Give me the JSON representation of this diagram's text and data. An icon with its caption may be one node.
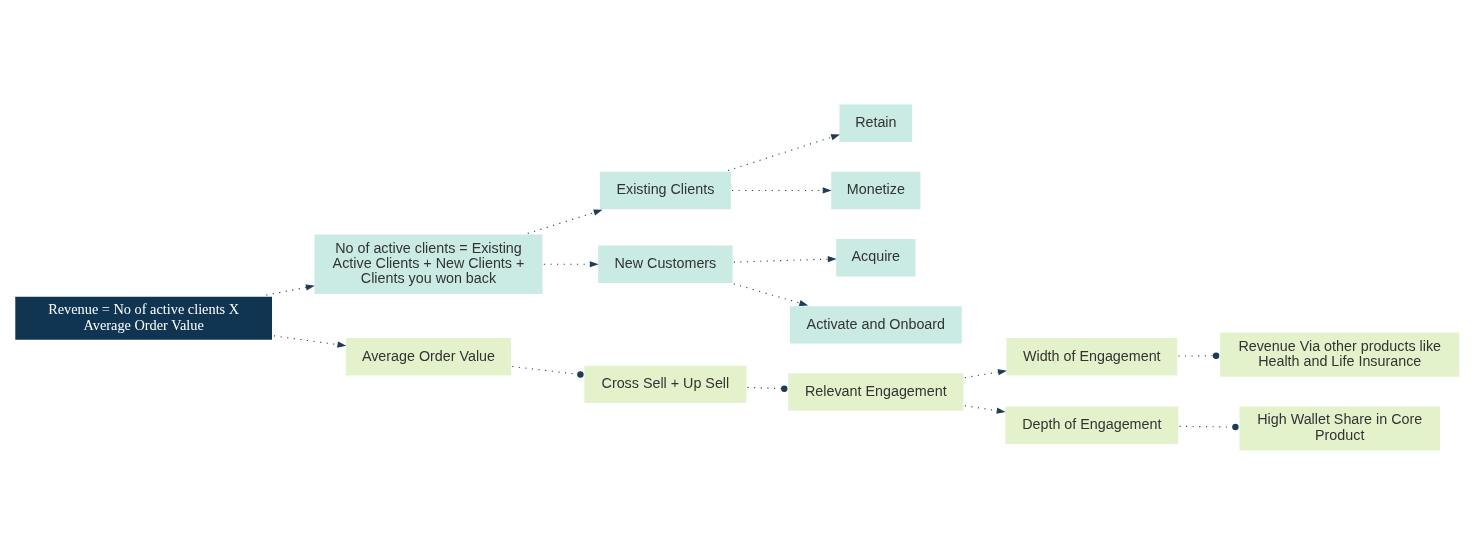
{
  "diagram": {
    "nodes": [
      {
        "text": [
          "Revenue = No of active clients X Average Order Value"
        ]
      },
      {
        "text": [
          "No of active clients = Existing Active Clients + New Clients + Clients you won back"
        ]
      },
      {
        "text": [
          "Existing Clients"
        ]
      },
      {
        "text": [
          "Retain"
        ]
      },
      {
        "text": [
          "Monetize"
        ]
      },
      {
        "text": [
          "New Customers"
        ]
      },
      {
        "text": [
          "Acquire"
        ]
      },
      {
        "text": [
          "Activate and Onboard"
        ]
      },
      {
        "text": [
          "Average Order Value"
        ]
      },
      {
        "text": [
          "Cross Sell + Up Sell"
        ]
      },
      {
        "text": [
          "Relevant Engagement"
        ]
      },
      {
        "text": [
          "Width of Engagement"
        ]
      },
      {
        "text": [
          "Revenue Via other products like Health and Life Insurance"
        ]
      },
      {
        "text": [
          "Depth of Engagement"
        ]
      },
      {
        "text": [
          "High Wallet Share in Core Product"
        ]
      }
    ],
    "edges": [
      {
        "from": 0,
        "to": 1,
        "arrow": "to",
        "style": "dashed"
      },
      {
        "from": 1,
        "to": 2,
        "arrow": "to",
        "style": "dashed"
      },
      {
        "from": 1,
        "to": 5,
        "arrow": "to",
        "style": "dashed"
      },
      {
        "from": 2,
        "to": 3,
        "arrow": "to",
        "style": "dashed"
      },
      {
        "from": 2,
        "to": 4,
        "arrow": "to",
        "style": "dashed"
      },
      {
        "from": 5,
        "to": 6,
        "arrow": "to",
        "style": "dashed"
      },
      {
        "from": 5,
        "to": 7,
        "arrow": "to",
        "style": "dashed"
      },
      {
        "from": 0,
        "to": 8,
        "arrow": "to",
        "style": "dashed"
      },
      {
        "from": 8,
        "to": 9,
        "arrow": "other",
        "style": "dashed"
      },
      {
        "from": 9,
        "to": 10,
        "arrow": "other",
        "style": "dashed"
      },
      {
        "from": 10,
        "to": 11,
        "arrow": "to",
        "style": "dashed"
      },
      {
        "from": 10,
        "to": 13,
        "arrow": "to",
        "style": "dashed"
      },
      {
        "from": 11,
        "to": 12,
        "arrow": "other",
        "style": "dashed"
      },
      {
        "from": 13,
        "to": 14,
        "arrow": "other",
        "style": "dashed"
      }
    ]
  }
}
